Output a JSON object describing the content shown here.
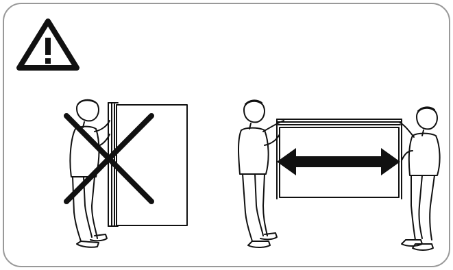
{
  "warning": {
    "icon": "warning-triangle-icon"
  },
  "panels": [
    {
      "meaning": "incorrect",
      "marker_icon": "prohibited-x-icon",
      "people": 1
    },
    {
      "meaning": "correct",
      "marker_icon": "double-arrow-icon",
      "people": 2
    }
  ],
  "colors": {
    "line": "#111111",
    "background": "#ffffff",
    "frame": "#999999"
  }
}
